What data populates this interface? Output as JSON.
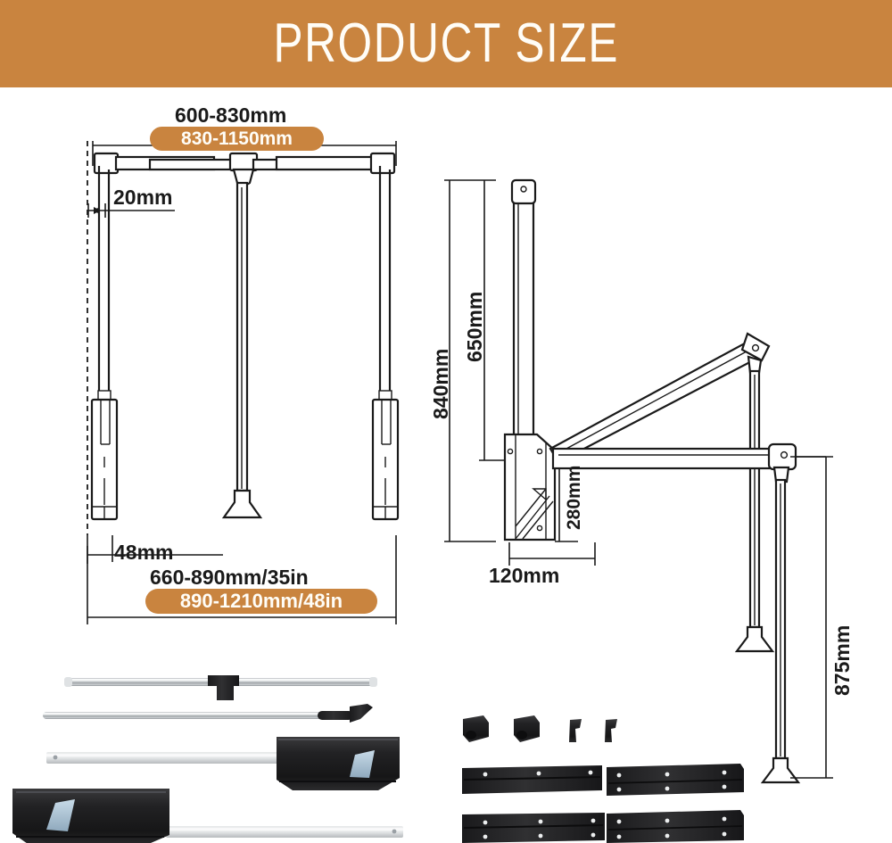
{
  "header": {
    "title": "PRODUCT SIZE",
    "background_color": "#c9843f",
    "text_color": "#fffdf7"
  },
  "theme": {
    "accent": "#c9843f",
    "line": "#1a1a1a",
    "page_background": "#ffffff",
    "metal": "#cfd2d4",
    "plastic": "#262626"
  },
  "front_view": {
    "name": "front-view-diagram",
    "labels": {
      "top_width_black": "600-830mm",
      "top_width_pill": "830-1150mm",
      "offset": "20mm",
      "bracket_depth": "48mm",
      "bottom_width_black": "660-890mm/35in",
      "bottom_width_pill": "890-1210mm/48in"
    }
  },
  "side_view": {
    "name": "side-view-diagram",
    "labels": {
      "total_height": "840mm",
      "rod_height": "650mm",
      "bracket_height": "280mm",
      "bracket_width": "120mm",
      "drop_height": "875mm"
    }
  },
  "parts_photo": {
    "name": "parts-photograph",
    "left_group": [
      {
        "id": "cross-bar-with-tee",
        "label": "cross-bar-with-tee"
      },
      {
        "id": "pull-rod-with-handle",
        "label": "pull-rod-with-handle"
      },
      {
        "id": "arm-assembly-right",
        "label": "arm-assembly-right"
      },
      {
        "id": "arm-assembly-left",
        "label": "arm-assembly-left"
      }
    ],
    "right_group": [
      {
        "id": "end-cap-1",
        "label": "end-cap-1"
      },
      {
        "id": "end-cap-2",
        "label": "end-cap-2"
      },
      {
        "id": "clip-1",
        "label": "clip-1"
      },
      {
        "id": "clip-2",
        "label": "clip-2"
      },
      {
        "id": "mount-rail-1",
        "label": "mount-rail-1"
      },
      {
        "id": "mount-bracket-1",
        "label": "mount-bracket-1"
      },
      {
        "id": "mount-rail-2",
        "label": "mount-rail-2"
      },
      {
        "id": "mount-bracket-2",
        "label": "mount-bracket-2"
      }
    ]
  }
}
